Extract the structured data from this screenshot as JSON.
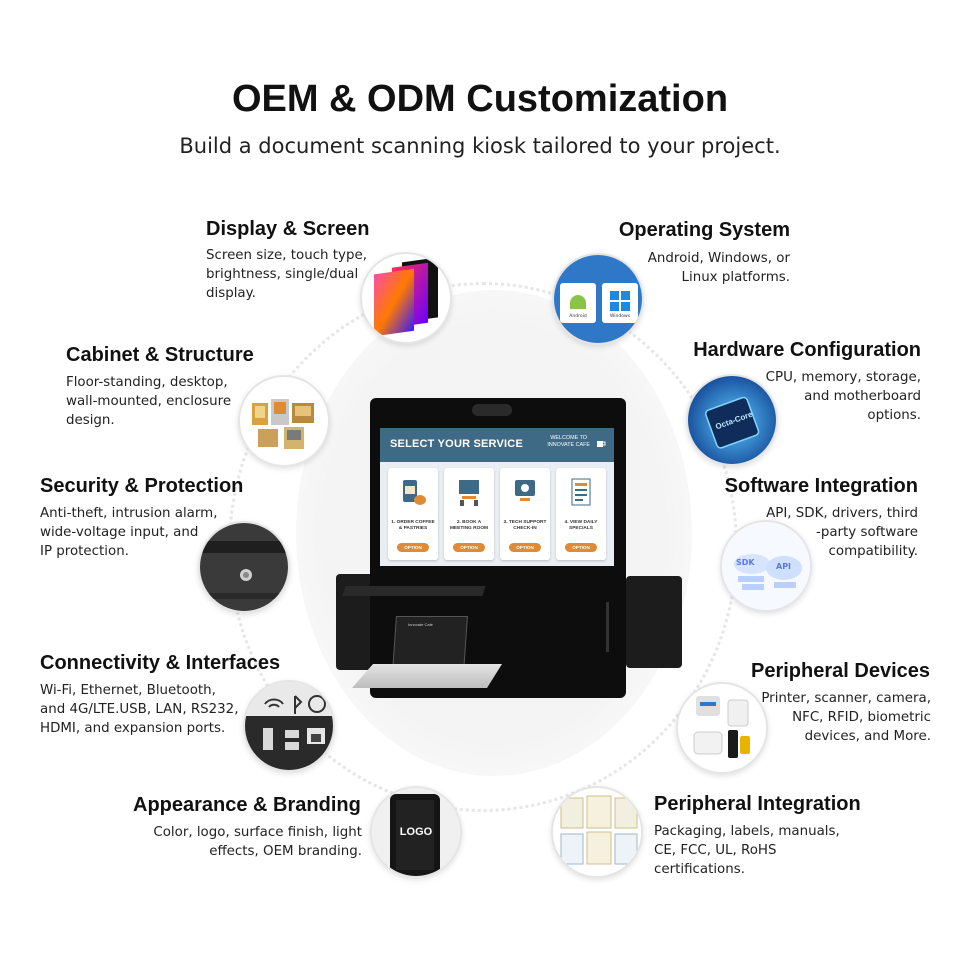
{
  "header": {
    "title": "OEM & ODM Customization",
    "subtitle": "Build a document scanning kiosk tailored to your project."
  },
  "features": {
    "display": {
      "title": "Display & Screen",
      "desc": "Screen size, touch type,\nbrightness, single/dual\ndisplay.",
      "icon": "display-screens-icon"
    },
    "os": {
      "title": "Operating System",
      "desc": "Android, Windows, or\nLinux platforms.",
      "icon": "os-icons",
      "android_label": "Android",
      "windows_label": "Windows"
    },
    "cabinet": {
      "title": "Cabinet & Structure",
      "desc": "Floor-standing, desktop,\nwall-mounted, enclosure\ndesign.",
      "icon": "cabinet-samples-icon"
    },
    "hardware": {
      "title": "Hardware Configuration",
      "desc": "CPU, memory, storage,\nand motherboard\noptions.",
      "icon": "cpu-chip-icon",
      "chip_label": "Octa-Core"
    },
    "security": {
      "title": "Security & Protection",
      "desc": "Anti-theft, intrusion alarm,\nwide-voltage input, and\nIP protection.",
      "icon": "lock-sensor-icon"
    },
    "software": {
      "title": "Software Integration",
      "desc": "API, SDK, drivers, third\n-party software\ncompatibility.",
      "icon": "sdk-api-cloud-icon",
      "sdk_label": "SDK",
      "api_label": "API"
    },
    "connectivity": {
      "title": "Connectivity & Interfaces",
      "desc": "Wi-Fi, Ethernet, Bluetooth,\nand 4G/LTE.USB, LAN, RS232,\nHDMI, and expansion ports.",
      "icon": "ports-icon"
    },
    "peripherals": {
      "title": "Peripheral Devices",
      "desc": "Printer, scanner, camera,\nNFC, RFID, biometric\ndevices, and More.",
      "icon": "peripheral-devices-icon"
    },
    "branding": {
      "title": "Appearance & Branding",
      "desc": "Color, logo, surface finish, light\neffects, OEM branding.",
      "icon": "logo-panel-icon",
      "logo_label": "LOGO"
    },
    "integration": {
      "title": "Peripheral Integration",
      "desc": "Packaging, labels, manuals,\nCE, FCC, UL, RoHS\ncertifications.",
      "icon": "certificates-icon"
    }
  },
  "kiosk": {
    "screen_title": "SELECT YOUR SERVICE",
    "welcome": "WELCOME TO\nINNOVATE CAFE",
    "card_text": "Innovate Cafe",
    "options": [
      {
        "label": "1. ORDER COFFEE\n& PASTRIES",
        "button": "OPTION",
        "icon": "coffee-icon"
      },
      {
        "label": "2. BOOK A\nMEETING ROOM",
        "button": "OPTION",
        "icon": "meeting-room-icon"
      },
      {
        "label": "3. TECH SUPPORT\nCHECK-IN",
        "button": "OPTION",
        "icon": "headset-icon"
      },
      {
        "label": "4. VIEW DAILY\nSPECIALS",
        "button": "OPTION",
        "icon": "menu-icon"
      }
    ]
  },
  "colors": {
    "screen_header": "#3f6a86",
    "option_button": "#e08a34",
    "kiosk_body": "#0d0d0d"
  }
}
